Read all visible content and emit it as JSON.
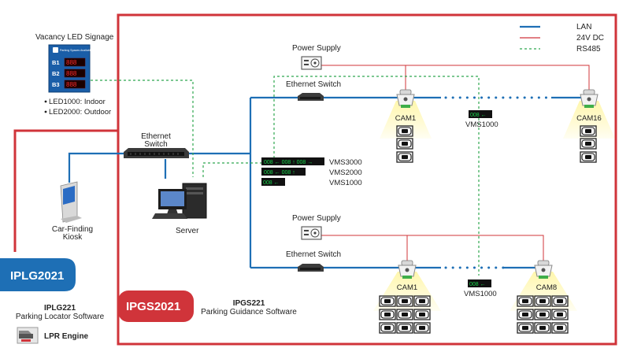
{
  "colors": {
    "lan": "#1e6fb5",
    "dc24": "#d0343a",
    "rs485": "#2fa84f",
    "frame_red": "#d0343a",
    "frame_blue": "#1e6fb5",
    "vms_green": "#17d44a",
    "vms_red": "#ff2a2a"
  },
  "legend": {
    "lan": "LAN",
    "dc24": "24V DC",
    "rs485": "RS485"
  },
  "signage": {
    "title": "Vacancy LED Signage",
    "panel_header": "Parking Spaces Available",
    "rows": [
      {
        "level": "B1",
        "count": "888"
      },
      {
        "level": "B2",
        "count": "888"
      },
      {
        "level": "B3",
        "count": "888"
      }
    ],
    "notes": [
      "LED1000: Indoor",
      "LED2000: Outdoor"
    ]
  },
  "devices": {
    "main_switch": "Ethernet\nSwitch",
    "kiosk": "Car-Finding\nKiosk",
    "server": "Server",
    "power_supply_top": "Power Supply",
    "power_supply_bottom": "Power Supply",
    "switch_top": "Ethernet Switch",
    "switch_bottom": "Ethernet Switch",
    "cam_top_left": "CAM1",
    "cam_top_right": "CAM16",
    "cam_bottom_left": "CAM1",
    "cam_bottom_right": "CAM8",
    "vms_top": "VMS1000",
    "vms_bottom": "VMS1000",
    "vms_top_display": "008 ←",
    "vms_bottom_display": "008 ←"
  },
  "vms_stack": {
    "labels": [
      "VMS3000",
      "VMS2000",
      "VMS1000"
    ],
    "displays": [
      "008 ← 008 ↑ 008 →",
      "008 ← 008 ↑",
      "008 ←"
    ]
  },
  "products": {
    "iplg_badge": "IPLG2021",
    "iplg_name": "IPLG221",
    "iplg_desc": "Parking Locator Software",
    "lpr_label": "LPR Engine",
    "ipgs_badge": "IPGS2021",
    "ipgs_name": "IPGS221",
    "ipgs_desc": "Parking Guidance Software"
  }
}
